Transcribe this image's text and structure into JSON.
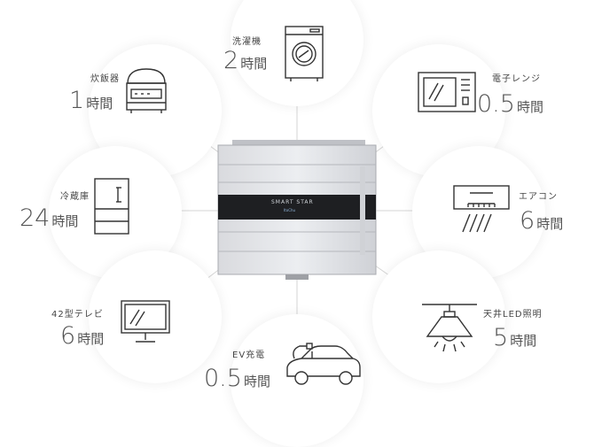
{
  "battery": {
    "brand": "SMART STAR",
    "sub_brand": "ItoChu"
  },
  "appliances": [
    {
      "id": "washer",
      "name": "洗濯機",
      "value": "2",
      "unit": "時間",
      "icon": "washing-machine-icon"
    },
    {
      "id": "rice",
      "name": "炊飯器",
      "value": "1",
      "unit": "時間",
      "icon": "rice-cooker-icon"
    },
    {
      "id": "microwave",
      "name": "電子レンジ",
      "value": "0.5",
      "unit": "時間",
      "icon": "microwave-icon"
    },
    {
      "id": "fridge",
      "name": "冷蔵庫",
      "value": "24",
      "unit": "時間",
      "icon": "refrigerator-icon"
    },
    {
      "id": "aircon",
      "name": "エアコン",
      "value": "6",
      "unit": "時間",
      "icon": "air-conditioner-icon"
    },
    {
      "id": "tv",
      "name": "42型テレビ",
      "value": "6",
      "unit": "時間",
      "icon": "television-icon"
    },
    {
      "id": "light",
      "name": "天井LED照明",
      "value": "5",
      "unit": "時間",
      "icon": "ceiling-light-icon"
    },
    {
      "id": "ev",
      "name": "EV充電",
      "value": "0.5",
      "unit": "時間",
      "icon": "electric-car-icon"
    }
  ],
  "colors": {
    "line": "#cfcfcf",
    "text": "#444444",
    "icon": "#333333",
    "panel": "#1e1f22"
  }
}
